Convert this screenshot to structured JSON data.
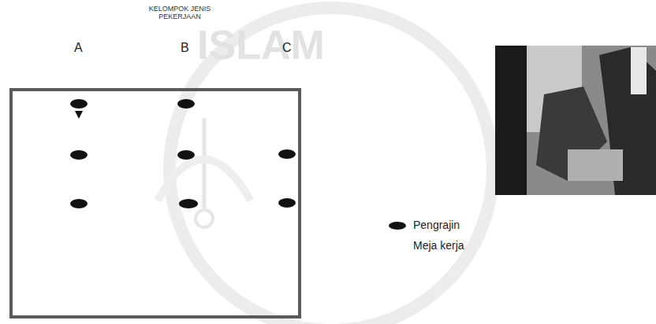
{
  "diagram": {
    "title": "KELOMPOK JENIS PEKERJAAN",
    "labels": [
      "A",
      "B",
      "C",
      "ISLAM"
    ],
    "legend": [
      {
        "text": "Pengrajin"
      },
      {
        "text": "Meja kerja"
      }
    ]
  }
}
